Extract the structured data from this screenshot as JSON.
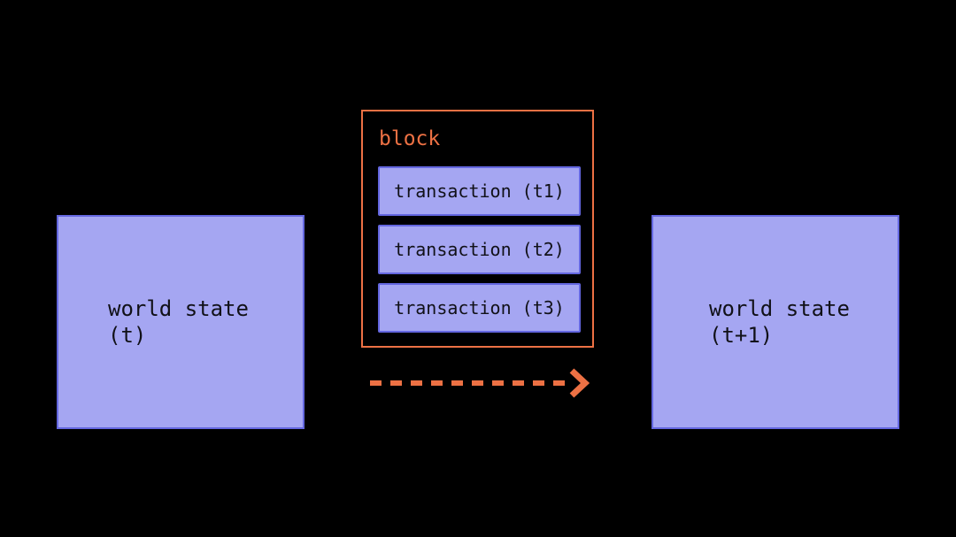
{
  "colors": {
    "bg": "#000000",
    "orange": "#ED7144",
    "box_fill": "#A5A6F2",
    "box_border": "#6467E0",
    "text_dark": "#111118"
  },
  "diagram": {
    "left_state": {
      "line1": "world state",
      "line2": "(t)"
    },
    "block": {
      "title": "block",
      "transactions": [
        "transaction (t1)",
        "transaction (t2)",
        "transaction (t3)"
      ]
    },
    "right_state": {
      "line1": "world state",
      "line2": "(t+1)"
    },
    "arrow": {
      "meaning": "state transition via block execution"
    }
  }
}
